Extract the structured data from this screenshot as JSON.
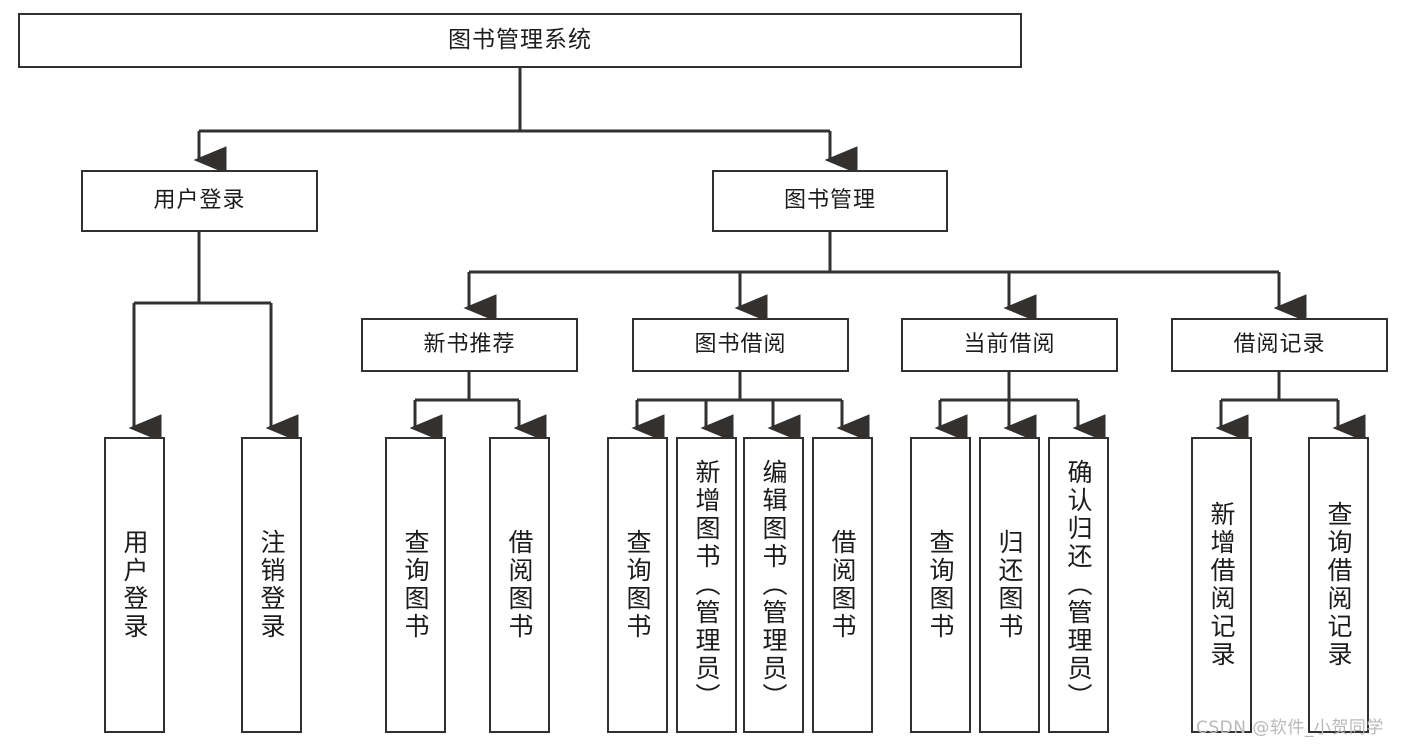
{
  "diagram": {
    "title": "图书管理系统",
    "type": "functional-structure-tree",
    "root": {
      "id": "root",
      "label": "图书管理系统"
    },
    "level2": [
      {
        "id": "user-login",
        "label": "用户登录"
      },
      {
        "id": "book-manage",
        "label": "图书管理"
      }
    ],
    "level3": [
      {
        "id": "new-book-recommend",
        "label": "新书推荐"
      },
      {
        "id": "book-borrow",
        "label": "图书借阅"
      },
      {
        "id": "current-borrow",
        "label": "当前借阅"
      },
      {
        "id": "borrow-record",
        "label": "借阅记录"
      }
    ],
    "leaves": [
      {
        "id": "leaf-user-login",
        "label": "用户登录",
        "parent": "user-login"
      },
      {
        "id": "leaf-user-logout",
        "label": "注销登录",
        "parent": "user-login"
      },
      {
        "id": "leaf-query-book-1",
        "label": "查询图书",
        "parent": "new-book-recommend"
      },
      {
        "id": "leaf-borrow-book-1",
        "label": "借阅图书",
        "parent": "new-book-recommend"
      },
      {
        "id": "leaf-query-book-2",
        "label": "查询图书",
        "parent": "book-borrow"
      },
      {
        "id": "leaf-add-book",
        "label": "新增图书（管理员）",
        "parent": "book-borrow"
      },
      {
        "id": "leaf-edit-book",
        "label": "编辑图书（管理员）",
        "parent": "book-borrow"
      },
      {
        "id": "leaf-borrow-book-2",
        "label": "借阅图书",
        "parent": "book-borrow"
      },
      {
        "id": "leaf-query-book-3",
        "label": "查询图书",
        "parent": "current-borrow"
      },
      {
        "id": "leaf-return-book",
        "label": "归还图书",
        "parent": "current-borrow"
      },
      {
        "id": "leaf-confirm-return",
        "label": "确认归还（管理员）",
        "parent": "current-borrow"
      },
      {
        "id": "leaf-add-record",
        "label": "新增借阅记录",
        "parent": "borrow-record"
      },
      {
        "id": "leaf-query-record",
        "label": "查询借阅记录",
        "parent": "borrow-record"
      }
    ],
    "watermark": "CSDN @软件_小贺同学",
    "colors": {
      "stroke": "#33312f",
      "background": "#ffffff",
      "text": "#1c1c1c",
      "watermark": "#b9b9b9"
    }
  }
}
